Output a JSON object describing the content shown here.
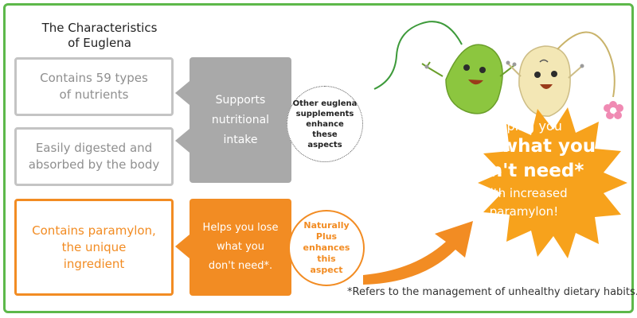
{
  "title": {
    "line1": "The Characteristics",
    "line2": "of Euglena"
  },
  "left_boxes": {
    "nutrients": {
      "line1": "Contains 59 types",
      "line2": "of nutrients"
    },
    "digested": {
      "line1": "Easily digested and",
      "line2": "absorbed by the body"
    },
    "paramylon": {
      "line1": "Contains paramylon,",
      "line2": "the unique",
      "line3": "ingredient"
    }
  },
  "middle_tiles": {
    "supports": {
      "line1": "Supports",
      "line2": "nutritional",
      "line3": "intake"
    },
    "helps": {
      "line1": "Helps you lose",
      "line2": "what you",
      "line3": "don't need*."
    }
  },
  "circles": {
    "other": {
      "line1": "Other euglena",
      "line2": "supplements",
      "line3": "enhance these",
      "line4": "aspects"
    },
    "naturally": {
      "line1": "Naturally Plus",
      "line2": "enhances this",
      "line3": "aspect"
    }
  },
  "burst": {
    "line1": "Helping you",
    "line2": "lose what you",
    "line3": "don't need*",
    "line4": "with increased",
    "line5": "paramylon!"
  },
  "footnote": "*Refers to the management of unhealthy dietary habits.",
  "colors": {
    "frame_green": "#5db84a",
    "gray": "#a9a9a9",
    "orange": "#f28c23",
    "burst_orange": "#f7a21c",
    "character_green": "#8cc63f",
    "character_cream": "#f3e7b5",
    "flower_pink": "#f08ab3"
  },
  "icons": {
    "arrow": "curved-arrow-icon",
    "green_character": "green-euglena-character-icon",
    "cream_character": "cream-euglena-character-icon",
    "flower": "pink-flower-icon",
    "burst": "starburst-icon"
  }
}
